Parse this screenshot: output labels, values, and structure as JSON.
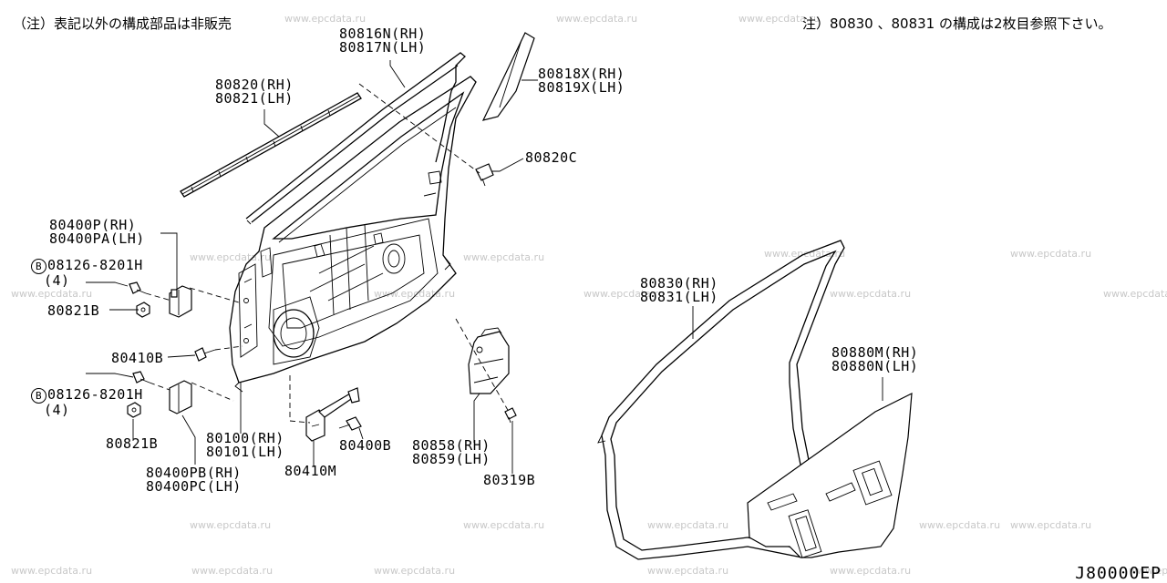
{
  "notes": {
    "left": "（注）表記以外の構成部品は非販売",
    "right": "注）80830 、80831 の構成は2枚目参照下さい。"
  },
  "diagram_code": "J80000EP",
  "watermark": "www.epcdata.ru",
  "circle_b": "B",
  "callouts": [
    {
      "id": "80816N",
      "lines": [
        "80816N(RH)",
        "80817N(LH)"
      ]
    },
    {
      "id": "80818X",
      "lines": [
        "80818X(RH)",
        "80819X(LH)"
      ]
    },
    {
      "id": "80820",
      "lines": [
        "80820(RH)",
        "80821(LH)"
      ]
    },
    {
      "id": "80820C",
      "lines": [
        "80820C"
      ]
    },
    {
      "id": "80400P",
      "lines": [
        "80400P(RH)",
        "80400PA(LH)"
      ]
    },
    {
      "id": "bolt-top",
      "lines": [
        "08126-8201H",
        "(4)"
      ]
    },
    {
      "id": "80821B-top",
      "lines": [
        "80821B"
      ]
    },
    {
      "id": "80410B",
      "lines": [
        "80410B"
      ]
    },
    {
      "id": "bolt-bottom",
      "lines": [
        "08126-8201H",
        "(4)"
      ]
    },
    {
      "id": "80821B-bottom",
      "lines": [
        "80821B"
      ]
    },
    {
      "id": "80400PB",
      "lines": [
        "80400PB(RH)",
        "80400PC(LH)"
      ]
    },
    {
      "id": "80100",
      "lines": [
        "80100(RH)",
        "80101(LH)"
      ]
    },
    {
      "id": "80410M",
      "lines": [
        "80410M"
      ]
    },
    {
      "id": "80400B",
      "lines": [
        "80400B"
      ]
    },
    {
      "id": "80858",
      "lines": [
        "80858(RH)",
        "80859(LH)"
      ]
    },
    {
      "id": "80319B",
      "lines": [
        "80319B"
      ]
    },
    {
      "id": "80830",
      "lines": [
        "80830(RH)",
        "80831(LH)"
      ]
    },
    {
      "id": "80880M",
      "lines": [
        "80880M(RH)",
        "80880N(LH)"
      ]
    }
  ]
}
